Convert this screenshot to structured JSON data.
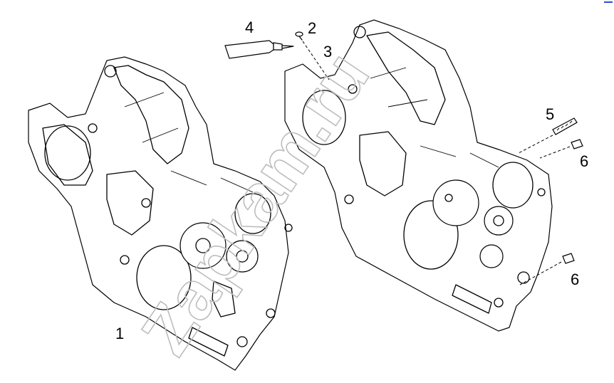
{
  "callouts": [
    {
      "id": "1",
      "text": "1"
    },
    {
      "id": "2",
      "text": "2"
    },
    {
      "id": "3",
      "text": "3"
    },
    {
      "id": "4",
      "text": "4"
    },
    {
      "id": "5",
      "text": "5"
    },
    {
      "id": "6a",
      "text": "6"
    },
    {
      "id": "6b",
      "text": "6"
    }
  ],
  "watermark": "Zapkam.ru",
  "colors": {
    "line": "#000000",
    "watermark": "#bdbdbd",
    "corner_mark": "#2a4fd6"
  }
}
